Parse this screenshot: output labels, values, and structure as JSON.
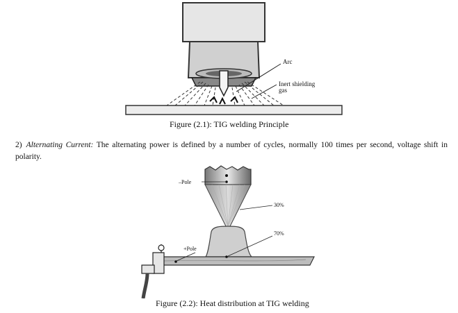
{
  "figure1": {
    "labels": {
      "arc": "Arc",
      "gas_line1": "Inert shielding",
      "gas_line2": "gas"
    },
    "caption": "Figure (2.1): TIG welding Principle"
  },
  "paragraph": {
    "number": "2)",
    "term": "Alternating Current:",
    "text": "The alternating power is defined by a number of cycles, normally 100 times per second, voltage shift in polarity."
  },
  "figure2": {
    "labels": {
      "neg_pole": "–Pole",
      "pos_pole": "+Pole",
      "pct_top": "30%",
      "pct_bottom": "70%"
    },
    "caption": "Figure (2.2): Heat distribution at TIG welding"
  }
}
